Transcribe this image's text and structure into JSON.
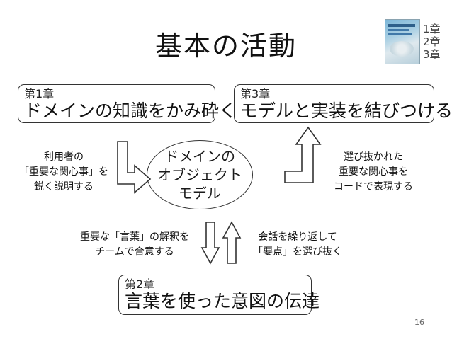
{
  "title": "基本の活動",
  "chapter_index": [
    "1章",
    "2章",
    "3章"
  ],
  "box_top_left": {
    "chapter": "第1章",
    "text": "ドメインの知識をかみ砕く"
  },
  "box_top_right": {
    "chapter": "第3章",
    "text": "モデルと実装を結びつける"
  },
  "box_bottom": {
    "chapter": "第2章",
    "text": "言葉を使った意図の伝達"
  },
  "center": {
    "lines": [
      "ドメインの",
      "オブジェクト",
      "モデル"
    ]
  },
  "notes": {
    "left": [
      "利用者の",
      "「重要な関心事」を",
      "鋭く説明する"
    ],
    "right": [
      "選び抜かれた",
      "重要な関心事を",
      "コードで表現する"
    ],
    "bottom_left": [
      "重要な「言葉」の解釈を",
      "チームで合意する"
    ],
    "bottom_right": [
      "会話を繰り返して",
      "「要点」を選び抜く"
    ]
  },
  "page_number": "16"
}
